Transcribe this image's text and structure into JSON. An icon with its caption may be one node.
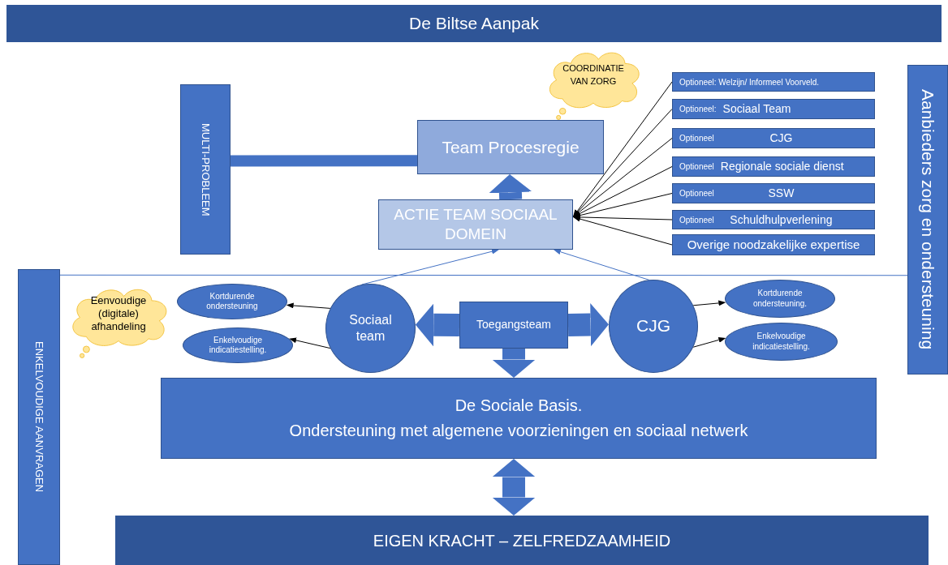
{
  "diagram": {
    "title": "De Biltse Aanpak",
    "nodes": [
      {
        "text": [
          "Aanbieders zorg en ondersteuning"
        ]
      },
      {
        "text": [
          "COORDINATIE VAN ZORG"
        ]
      },
      {
        "text": [
          "MULTI-PROBLEEM"
        ]
      },
      {
        "text": [
          "Team Procesregie"
        ]
      },
      {
        "text": [
          "ACTIE TEAM SOCIAAL DOMEIN"
        ]
      },
      {
        "text": [
          "Optioneel: Welzijn/ Informeel Voorveld."
        ]
      },
      {
        "text": [
          "Optioneel:",
          "Sociaal Team"
        ]
      },
      {
        "text": [
          "Optioneel",
          "CJG"
        ]
      },
      {
        "text": [
          "Optioneel",
          "Regionale sociale dienst"
        ]
      },
      {
        "text": [
          "Optioneel",
          "SSW"
        ]
      },
      {
        "text": [
          "Optioneel",
          "Schuldhulpverlening"
        ]
      },
      {
        "text": [
          "Overige noodzakelijke expertise"
        ]
      },
      {
        "text": [
          "ENKELVOUDIGE AANVRAGEN"
        ]
      },
      {
        "text": [
          "Eenvoudige (digitale) afhandeling"
        ]
      },
      {
        "text": [
          "Kortdurende ondersteuning"
        ]
      },
      {
        "text": [
          "Enkelvoudige indicatiestelling."
        ]
      },
      {
        "text": [
          "Sociaal team"
        ]
      },
      {
        "text": [
          "Toegangsteam"
        ]
      },
      {
        "text": [
          "CJG"
        ]
      },
      {
        "text": [
          "Kortdurende ondersteuning."
        ]
      },
      {
        "text": [
          "Enkelvoudige indicatiestelling."
        ]
      },
      {
        "text": [
          "De Sociale Basis.",
          "Ondersteuning met algemene voorzieningen  en sociaal netwerk"
        ]
      },
      {
        "text": [
          "EIGEN KRACHT – ZELFREDZAAMHEID"
        ]
      }
    ],
    "edges": [
      {
        "from": 2,
        "to": 3,
        "arrow": "none",
        "style": "thick",
        "color": "#4472c4"
      },
      {
        "from": 4,
        "to": 3,
        "arrow": "to",
        "style": "thick",
        "color": "#4472c4"
      },
      {
        "from": 5,
        "to": 4,
        "arrow": "to"
      },
      {
        "from": 6,
        "to": 4,
        "arrow": "to"
      },
      {
        "from": 7,
        "to": 4,
        "arrow": "to"
      },
      {
        "from": 8,
        "to": 4,
        "arrow": "to"
      },
      {
        "from": 9,
        "to": 4,
        "arrow": "to"
      },
      {
        "from": 10,
        "to": 4,
        "arrow": "to"
      },
      {
        "from": 11,
        "to": 4,
        "arrow": "to"
      },
      {
        "from": 16,
        "to": 4,
        "arrow": "to",
        "color": "#4472c4"
      },
      {
        "from": 18,
        "to": 4,
        "arrow": "to",
        "color": "#4472c4"
      },
      {
        "from": 16,
        "to": 14,
        "arrow": "to"
      },
      {
        "from": 16,
        "to": 15,
        "arrow": "to"
      },
      {
        "from": 17,
        "to": 16,
        "arrow": "to",
        "style": "thick",
        "color": "#4472c4"
      },
      {
        "from": 17,
        "to": 18,
        "arrow": "to",
        "style": "thick",
        "color": "#4472c4"
      },
      {
        "from": 17,
        "to": 21,
        "arrow": "to",
        "style": "thick",
        "color": "#4472c4"
      },
      {
        "from": 18,
        "to": 19,
        "arrow": "to"
      },
      {
        "from": 18,
        "to": 20,
        "arrow": "to"
      },
      {
        "from": 21,
        "to": 22,
        "arrow": "both",
        "style": "thick",
        "color": "#4472c4"
      },
      {
        "from": 12,
        "to": 0,
        "arrow": "none",
        "color": "#4472c4"
      }
    ]
  }
}
